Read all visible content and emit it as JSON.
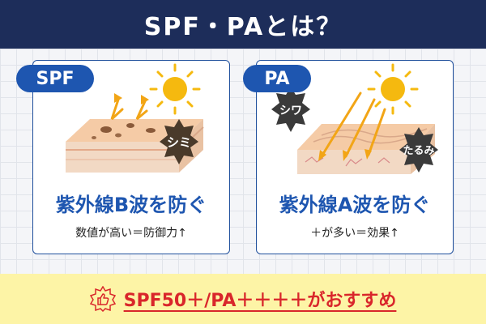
{
  "header": {
    "title": "SPF・PAとは？"
  },
  "spf": {
    "label": "SPF",
    "badge": "シミ",
    "headline": "紫外線B波を防ぐ",
    "note": "数値が高い＝防御力↑"
  },
  "pa": {
    "label": "PA",
    "badge_wrinkle": "シワ",
    "badge_sag": "たるみ",
    "headline": "紫外線A波を防ぐ",
    "note": "＋が多い＝効果↑"
  },
  "footer": {
    "recommendation": "SPF50＋/PA＋＋＋＋がおすすめ",
    "icon": "thumbs-up-icon"
  },
  "colors": {
    "header_bg": "#1d2d5a",
    "accent_blue": "#1e56b0",
    "footer_bg": "#fdf4a6",
    "footer_text": "#d9262b",
    "sun": "#f5b90f",
    "badge_dark": "#4a3a2a"
  }
}
